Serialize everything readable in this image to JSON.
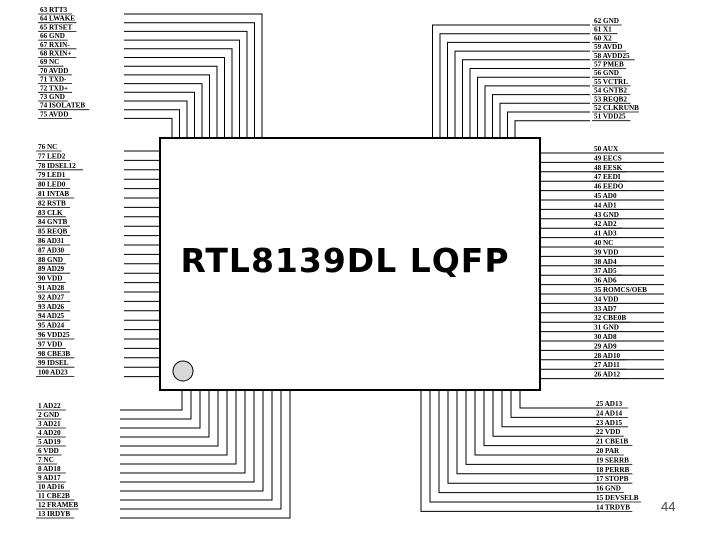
{
  "chip": {
    "label": "RTL8139DL LQFP"
  },
  "page_number": "44",
  "pins": {
    "left_upper": [
      "63 RTT3",
      "64 LWAKE",
      "65 RTSET",
      "66 GND",
      "67 RXIN-",
      "68 RXIN+",
      "69 NC",
      "70 AVDD",
      "71 TXD-",
      "72 TXD+",
      "73 GND",
      "74 ISOLATEB",
      "75 AVDD"
    ],
    "left_middle": [
      "76 NC",
      "77 LED2",
      "78 IDSEL12",
      "79 LED1",
      "80 LED0",
      "81 INTAB",
      "82 RSTB",
      "83 CLK",
      "84 GNTB",
      "85 REQB",
      "86 AD31",
      "87 AD30",
      "88 GND",
      "89 AD29",
      "90 VDD",
      "91 AD28",
      "92 AD27",
      "93 AD26",
      "94 AD25",
      "95 AD24",
      "96 VDD25",
      "97 VDD",
      "98 CBE3B",
      "99 IDSEL",
      "100 AD23"
    ],
    "left_lower": [
      "1 AD22",
      "2 GND",
      "3 AD21",
      "4 AD20",
      "5 AD19",
      "6 VDD",
      "7 NC",
      "8 AD18",
      "9 AD17",
      "10 AD16",
      "11 CBE2B",
      "12 FRAMEB",
      "13 IRDYB"
    ],
    "right_upper": [
      "62 GND",
      "61 X1",
      "60 X2",
      "59 AVDD",
      "58 AVDD25",
      "57 PMEB",
      "56 GND",
      "55 VCTRL",
      "54 GNTB2",
      "53 REQB2",
      "52 CLKRUNB",
      "51 VDD25"
    ],
    "right_middle": [
      "50 AUX",
      "49 EECS",
      "48 EESK",
      "47 EEDI",
      "46 EEDO",
      "45 AD0",
      "44 AD1",
      "43 GND",
      "42 AD2",
      "41 AD3",
      "40 NC",
      "39 VDD",
      "38 AD4",
      "37 AD5",
      "36 AD6",
      "35 ROMCS/OEB",
      "34 VDD",
      "33 AD7",
      "32 CBE0B",
      "31 GND",
      "30 AD8",
      "29 AD9",
      "28 AD10",
      "27 AD11",
      "26 AD12"
    ],
    "right_lower": [
      "25 AD13",
      "24 AD14",
      "23 AD15",
      "22 VDD",
      "21 CBE1B",
      "20 PAR",
      "19 SERRB",
      "18 PERRB",
      "17 STOPB",
      "16 GND",
      "15 DEVSELB",
      "14 TRDYB"
    ]
  }
}
